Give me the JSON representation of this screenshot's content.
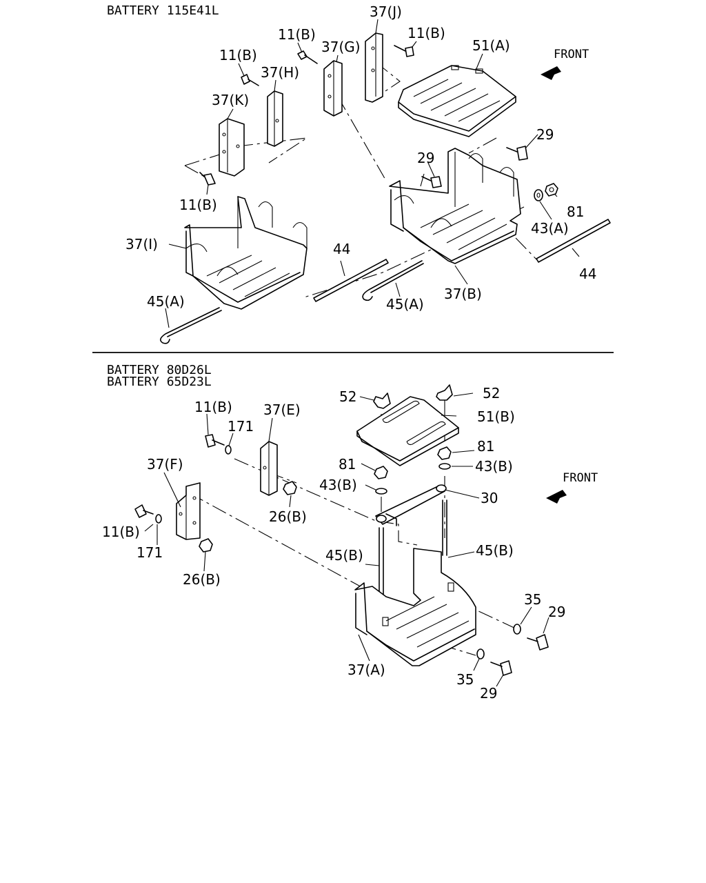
{
  "sections": {
    "top": {
      "header": "BATTERY 115E41L"
    },
    "bottom": {
      "header_line1": "BATTERY 80D26L",
      "header_line2": "BATTERY 65D23L"
    }
  },
  "labels": {
    "top": {
      "j37": "37(J)",
      "b11_a": "11(B)",
      "b11_b": "11(B)",
      "g37": "37(G)",
      "a51": "51(A)",
      "front": "FRONT",
      "b11_c": "11(B)",
      "h37": "37(H)",
      "k37": "37(K)",
      "p29_a": "29",
      "p29_b": "29",
      "b11_d": "11(B)",
      "p81": "81",
      "a43": "43(A)",
      "i37": "37(I)",
      "p44_a": "44",
      "p44_b": "44",
      "a45_a": "45(A)",
      "a45_b": "45(A)",
      "b37": "37(B)"
    },
    "bottom": {
      "p52_a": "52",
      "p52_b": "52",
      "b11_a": "11(B)",
      "e37": "37(E)",
      "b51": "51(B)",
      "p171_a": "171",
      "f37": "37(F)",
      "p81_a": "81",
      "p81_b": "81",
      "b43_a": "43(B)",
      "b43_b": "43(B)",
      "front": "FRONT",
      "p30": "30",
      "b11_b": "11(B)",
      "b26_a": "26(B)",
      "p171_b": "171",
      "b45_a": "45(B)",
      "b45_b": "45(B)",
      "b26_b": "26(B)",
      "p35_a": "35",
      "p29_a": "29",
      "a37": "37(A)",
      "p35_b": "35",
      "p29_b": "29"
    }
  }
}
